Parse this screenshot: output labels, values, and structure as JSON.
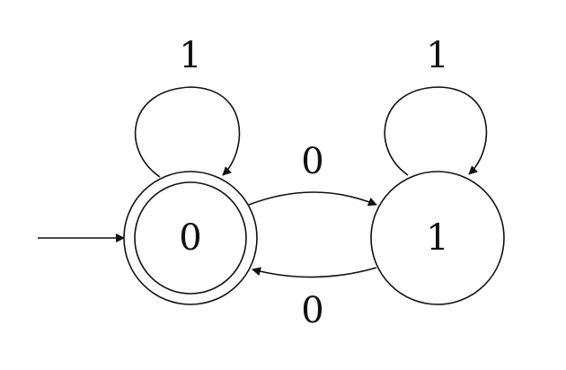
{
  "diagram": {
    "type": "finite-state-automaton",
    "start_state": "0",
    "states": [
      {
        "id": "0",
        "label": "0",
        "accepting": true
      },
      {
        "id": "1",
        "label": "1",
        "accepting": false
      }
    ],
    "transitions": [
      {
        "from": "0",
        "to": "0",
        "symbol": "1"
      },
      {
        "from": "1",
        "to": "1",
        "symbol": "1"
      },
      {
        "from": "0",
        "to": "1",
        "symbol": "0"
      },
      {
        "from": "1",
        "to": "0",
        "symbol": "0"
      }
    ],
    "colors": {
      "stroke": "#111111",
      "background": "#ffffff"
    }
  }
}
